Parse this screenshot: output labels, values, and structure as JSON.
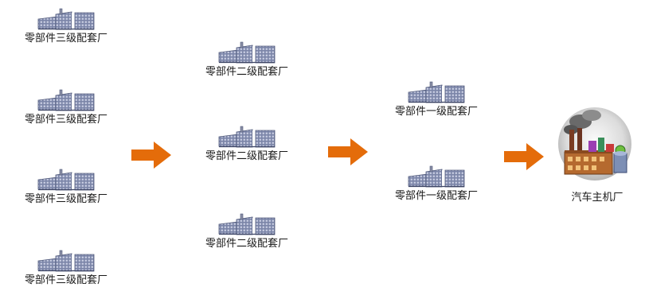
{
  "diagram": {
    "tier3": [
      {
        "label": "零部件三级配套厂"
      },
      {
        "label": "零部件三级配套厂"
      },
      {
        "label": "零部件三级配套厂"
      },
      {
        "label": "零部件三级配套厂"
      }
    ],
    "tier2": [
      {
        "label": "零部件二级配套厂"
      },
      {
        "label": "零部件二级配套厂"
      },
      {
        "label": "零部件二级配套厂"
      }
    ],
    "tier1": [
      {
        "label": "零部件一级配套厂"
      },
      {
        "label": "零部件一级配套厂"
      }
    ],
    "oem": {
      "label": "汽车主机厂"
    },
    "colors": {
      "arrow": "#e46c0a",
      "factory_body": "#6f7a9c",
      "factory_light": "#c9cde0"
    },
    "icons": {
      "supplier": "factory-building-icon",
      "oem": "car-manufacturer-plant-icon",
      "flow": "arrow-right-icon"
    }
  }
}
